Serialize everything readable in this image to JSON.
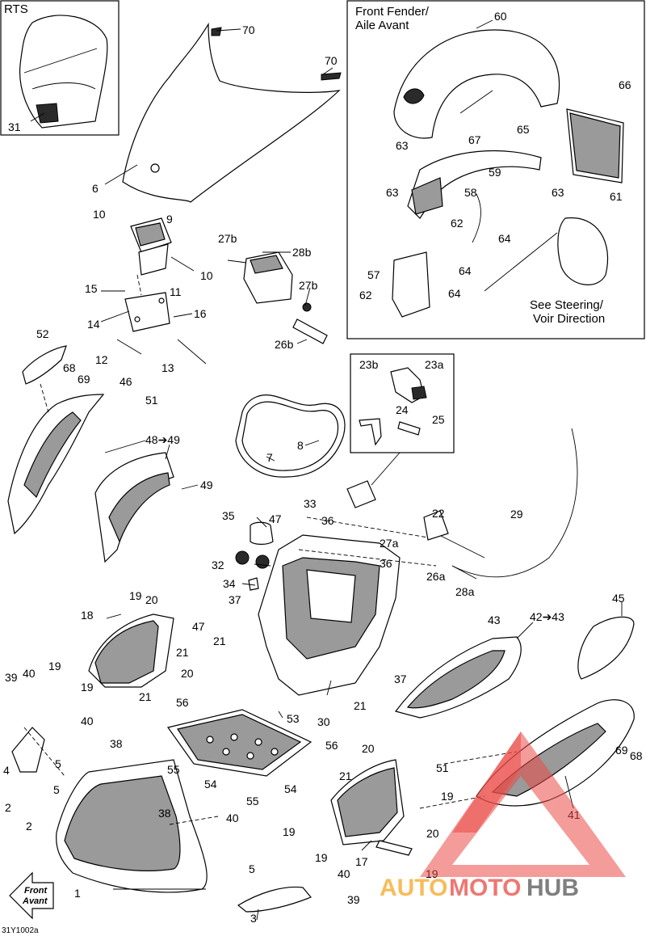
{
  "boxes": {
    "rts": "RTS",
    "front_fender": [
      "Front Fender/",
      "Aile Avant"
    ],
    "steering_note": [
      "See Steering/",
      "Voir Direction"
    ],
    "tank_detail": ""
  },
  "labels": [
    {
      "id": "31",
      "text": "31"
    },
    {
      "id": "6",
      "text": "6"
    },
    {
      "id": "70a",
      "text": "70"
    },
    {
      "id": "70b",
      "text": "70"
    },
    {
      "id": "10a",
      "text": "10"
    },
    {
      "id": "9",
      "text": "9"
    },
    {
      "id": "10b",
      "text": "10"
    },
    {
      "id": "15",
      "text": "15"
    },
    {
      "id": "11",
      "text": "11"
    },
    {
      "id": "14",
      "text": "14"
    },
    {
      "id": "16",
      "text": "16"
    },
    {
      "id": "12",
      "text": "12"
    },
    {
      "id": "13",
      "text": "13"
    },
    {
      "id": "27b",
      "text": "27b"
    },
    {
      "id": "28b",
      "text": "28b"
    },
    {
      "id": "27b2",
      "text": "27b"
    },
    {
      "id": "26b",
      "text": "26b"
    },
    {
      "id": "60",
      "text": "60"
    },
    {
      "id": "66",
      "text": "66"
    },
    {
      "id": "65",
      "text": "65"
    },
    {
      "id": "67",
      "text": "67"
    },
    {
      "id": "63a",
      "text": "63"
    },
    {
      "id": "59",
      "text": "59"
    },
    {
      "id": "63b",
      "text": "63"
    },
    {
      "id": "63c",
      "text": "63"
    },
    {
      "id": "61",
      "text": "61"
    },
    {
      "id": "58",
      "text": "58"
    },
    {
      "id": "62a",
      "text": "62"
    },
    {
      "id": "64a",
      "text": "64"
    },
    {
      "id": "57",
      "text": "57"
    },
    {
      "id": "64b",
      "text": "64"
    },
    {
      "id": "62b",
      "text": "62"
    },
    {
      "id": "64c",
      "text": "64"
    },
    {
      "id": "52",
      "text": "52"
    },
    {
      "id": "68a",
      "text": "68"
    },
    {
      "id": "69a",
      "text": "69"
    },
    {
      "id": "46",
      "text": "46"
    },
    {
      "id": "51a",
      "text": "51"
    },
    {
      "id": "48_49",
      "text": "48➔49"
    },
    {
      "id": "49",
      "text": "49"
    },
    {
      "id": "7",
      "text": "7"
    },
    {
      "id": "8",
      "text": "8"
    },
    {
      "id": "23b",
      "text": "23b"
    },
    {
      "id": "23a",
      "text": "23a"
    },
    {
      "id": "24",
      "text": "24"
    },
    {
      "id": "25",
      "text": "25"
    },
    {
      "id": "33",
      "text": "33"
    },
    {
      "id": "29",
      "text": "29"
    },
    {
      "id": "35",
      "text": "35"
    },
    {
      "id": "47a",
      "text": "47"
    },
    {
      "id": "36a",
      "text": "36"
    },
    {
      "id": "22",
      "text": "22"
    },
    {
      "id": "27a",
      "text": "27a"
    },
    {
      "id": "36b",
      "text": "36"
    },
    {
      "id": "26a",
      "text": "26a"
    },
    {
      "id": "32",
      "text": "32"
    },
    {
      "id": "34",
      "text": "34"
    },
    {
      "id": "28a",
      "text": "28a"
    },
    {
      "id": "37a",
      "text": "37"
    },
    {
      "id": "19a",
      "text": "19"
    },
    {
      "id": "20a",
      "text": "20"
    },
    {
      "id": "18",
      "text": "18"
    },
    {
      "id": "47b",
      "text": "47"
    },
    {
      "id": "21a",
      "text": "21"
    },
    {
      "id": "21b",
      "text": "21"
    },
    {
      "id": "19b",
      "text": "19"
    },
    {
      "id": "20b",
      "text": "20"
    },
    {
      "id": "19c",
      "text": "19"
    },
    {
      "id": "21c",
      "text": "21"
    },
    {
      "id": "30",
      "text": "30"
    },
    {
      "id": "37b",
      "text": "37"
    },
    {
      "id": "21d",
      "text": "21"
    },
    {
      "id": "43",
      "text": "43"
    },
    {
      "id": "42_43",
      "text": "42➔43"
    },
    {
      "id": "45",
      "text": "45"
    },
    {
      "id": "39a",
      "text": "39"
    },
    {
      "id": "40a",
      "text": "40"
    },
    {
      "id": "56a",
      "text": "56"
    },
    {
      "id": "53",
      "text": "53"
    },
    {
      "id": "40b",
      "text": "40"
    },
    {
      "id": "38a",
      "text": "38"
    },
    {
      "id": "4",
      "text": "4"
    },
    {
      "id": "5a",
      "text": "5"
    },
    {
      "id": "55a",
      "text": "55"
    },
    {
      "id": "54a",
      "text": "54"
    },
    {
      "id": "56b",
      "text": "56"
    },
    {
      "id": "54b",
      "text": "54"
    },
    {
      "id": "20c",
      "text": "20"
    },
    {
      "id": "21e",
      "text": "21"
    },
    {
      "id": "55b",
      "text": "55"
    },
    {
      "id": "5b",
      "text": "5"
    },
    {
      "id": "2a",
      "text": "2"
    },
    {
      "id": "2b",
      "text": "2"
    },
    {
      "id": "38b",
      "text": "38"
    },
    {
      "id": "40c",
      "text": "40"
    },
    {
      "id": "51b",
      "text": "51"
    },
    {
      "id": "19d",
      "text": "19"
    },
    {
      "id": "69b",
      "text": "69"
    },
    {
      "id": "68b",
      "text": "68"
    },
    {
      "id": "41",
      "text": "41"
    },
    {
      "id": "19e",
      "text": "19"
    },
    {
      "id": "20d",
      "text": "20"
    },
    {
      "id": "1",
      "text": "1"
    },
    {
      "id": "5c",
      "text": "5"
    },
    {
      "id": "40d",
      "text": "40"
    },
    {
      "id": "17",
      "text": "17"
    },
    {
      "id": "19f",
      "text": "19"
    },
    {
      "id": "19g",
      "text": "19"
    },
    {
      "id": "3",
      "text": "3"
    },
    {
      "id": "39b",
      "text": "39"
    }
  ],
  "front_arrow": [
    "Front",
    "Avant"
  ],
  "figure_code": "31Y1002a",
  "watermark": {
    "part1": "AUTO",
    "part2": "MOTO",
    "part3": "HUB",
    "color1": "#f5a623",
    "color2": "#e94a45",
    "color3": "#555555"
  },
  "colors": {
    "line": "#000000",
    "panel_grey": "#9a9a9a",
    "background": "#ffffff"
  }
}
